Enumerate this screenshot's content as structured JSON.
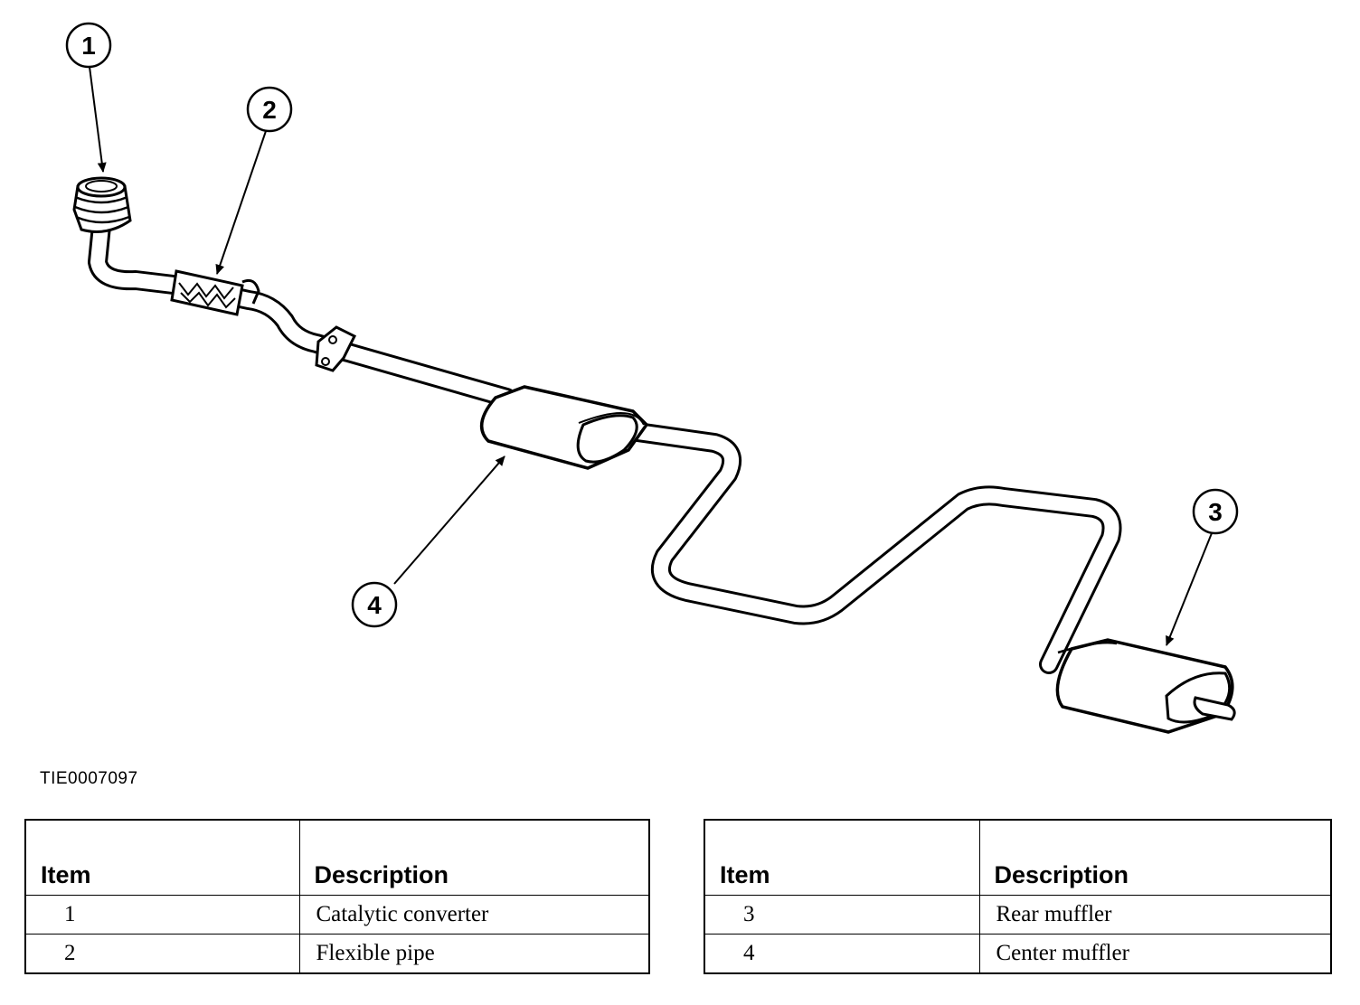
{
  "figure_id": "TIE0007097",
  "callouts": [
    "1",
    "2",
    "3",
    "4"
  ],
  "legend_tables": [
    {
      "header_item": "Item",
      "header_description": "Description",
      "rows": [
        {
          "item": "1",
          "description": "Catalytic converter"
        },
        {
          "item": "2",
          "description": "Flexible pipe"
        }
      ]
    },
    {
      "header_item": "Item",
      "header_description": "Description",
      "rows": [
        {
          "item": "3",
          "description": "Rear muffler"
        },
        {
          "item": "4",
          "description": "Center muffler"
        }
      ]
    }
  ]
}
